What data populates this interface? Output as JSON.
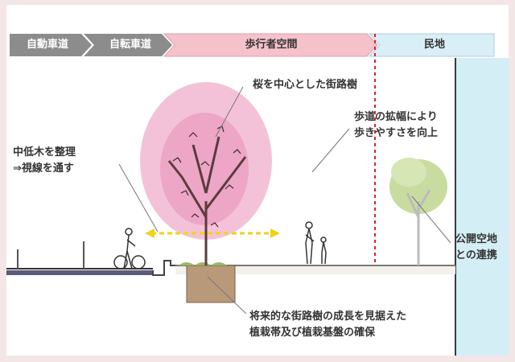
{
  "header": {
    "segments": [
      {
        "label": "自動車道",
        "fill": "#8c8c8c",
        "text_color": "#ffffff"
      },
      {
        "label": "自転車道",
        "fill": "#8c8c8c",
        "text_color": "#ffffff"
      },
      {
        "label": "歩行者空間",
        "fill": "#f5c2cc",
        "text_color": "#333333"
      },
      {
        "label": "民地",
        "fill": "#daeef7",
        "text_color": "#333333"
      }
    ]
  },
  "annotations": {
    "cherry": "桜を中心とした街路樹",
    "sidewalk_line1": "歩道の拡幅により",
    "sidewalk_line2": "歩きやすさを向上",
    "shrub_line1": "中低木を整理",
    "shrub_line2": "⇒視線を通す",
    "open_space_line1": "公開空地",
    "open_space_line2": "との連携",
    "planting_line1": "将来的な街路樹の成長を見据えた",
    "planting_line2": "植栽帯及び植栽基盤の確保"
  },
  "colors": {
    "boundary_line": "#e0202a",
    "sight_arrow": "#f2d21a",
    "cherry_blossom": "#f0a8c8",
    "street_tree": "#c8dca0",
    "soil": "#b89a7a",
    "building": "#d4eef6"
  }
}
